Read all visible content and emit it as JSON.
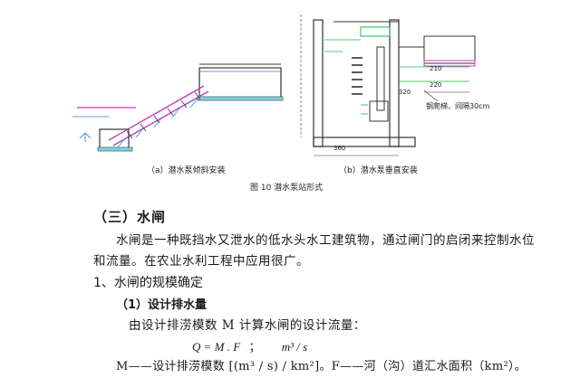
{
  "figures": {
    "left_caption": "（a）潜水泵倾斜安装",
    "right_caption": "（b）潜水泵垂直安装",
    "figure_title": "图 10   潜水泵站形式",
    "drawing_labels": {
      "dim_360": "360",
      "dim_220": "220",
      "dim_210": "210",
      "dim_320": "320",
      "note": "钢爬梯，间隔30cm"
    }
  },
  "section_heading": "（三）水闸",
  "paragraph": {
    "line1": "水闸是一种既挡水又泄水的低水头水工建筑物，通过闸门的启闭来控制水位",
    "line2": "和流量。在农业水利工程中应用很广。"
  },
  "subsection_1": "1、水闸的规模确定",
  "subsubsection_1": "（1）设计排水量",
  "intro_line": "由设计排涝模数 M 计算水闸的设计流量：",
  "formula": {
    "expr": "Q = M . F",
    "sep": "；",
    "unit": "m³ / s"
  },
  "definition_line": "M——设计排涝模数  [(m³ / s) / km²]。F——河（沟）道汇水面积（km²）。"
}
